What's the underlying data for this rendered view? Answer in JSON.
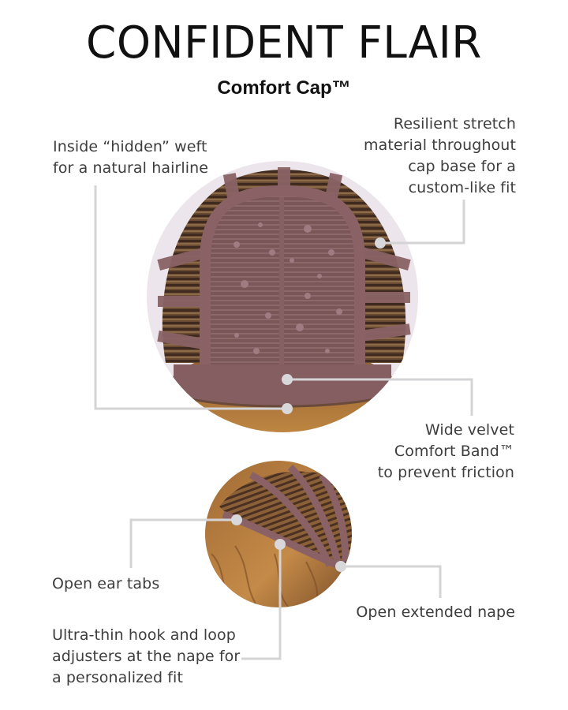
{
  "header": {
    "title": "CONFIDENT FLAIR",
    "subtitle": "Comfort Cap™"
  },
  "callouts": {
    "hidden_weft": {
      "line1": "Inside “hidden” weft",
      "line2": "for a natural hairline"
    },
    "stretch_material": {
      "line1": "Resilient stretch",
      "line2": "material throughout",
      "line3": "cap base for a",
      "line4": "custom-like fit"
    },
    "velvet_band": {
      "line1": "Wide velvet",
      "line2": "Comfort Band™",
      "line3": "to prevent friction"
    },
    "ear_tabs": {
      "line1": "Open ear tabs"
    },
    "hook_loop": {
      "line1": "Ultra-thin hook and loop",
      "line2": "adjusters at the nape for",
      "line3": "a personalized fit"
    },
    "nape": {
      "line1": "Open extended nape"
    }
  },
  "images": {
    "cap_interior": "wig-cap-interior-photo",
    "cap_nape": "wig-cap-nape-photo"
  },
  "colors": {
    "connector": "#d4d4d6",
    "halo": "#ece6ec",
    "cap_mauve": "#8a6266",
    "hair_brown": "#7a5534",
    "hair_gold": "#b07a3a",
    "text": "#3d3d3d"
  }
}
